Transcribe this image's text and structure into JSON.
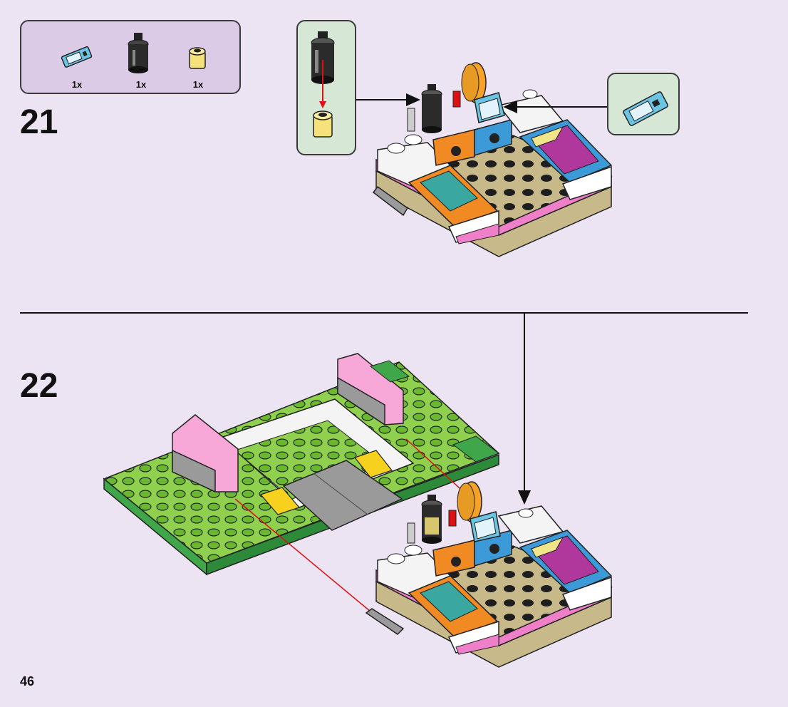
{
  "parts_list": {
    "items": [
      {
        "name": "phone-tile",
        "qty": "1x"
      },
      {
        "name": "cup-holder",
        "qty": "1x"
      },
      {
        "name": "yellow-round-brick",
        "qty": "1x"
      }
    ]
  },
  "steps": [
    {
      "number": "21"
    },
    {
      "number": "22"
    }
  ],
  "page_number": "46",
  "colors": {
    "background": "#ece3f3",
    "parts_box": "#dccbe6",
    "callout": "#d7e7d6",
    "lime_green": "#8fd14f",
    "dark_green": "#3fa64a",
    "tan": "#c8b98a",
    "pink": "#f7a8d8",
    "magenta": "#e84fb8",
    "orange": "#f28a24",
    "blue": "#3d9ad8",
    "gray": "#9a9a9a",
    "yellow": "#f6d11d"
  }
}
